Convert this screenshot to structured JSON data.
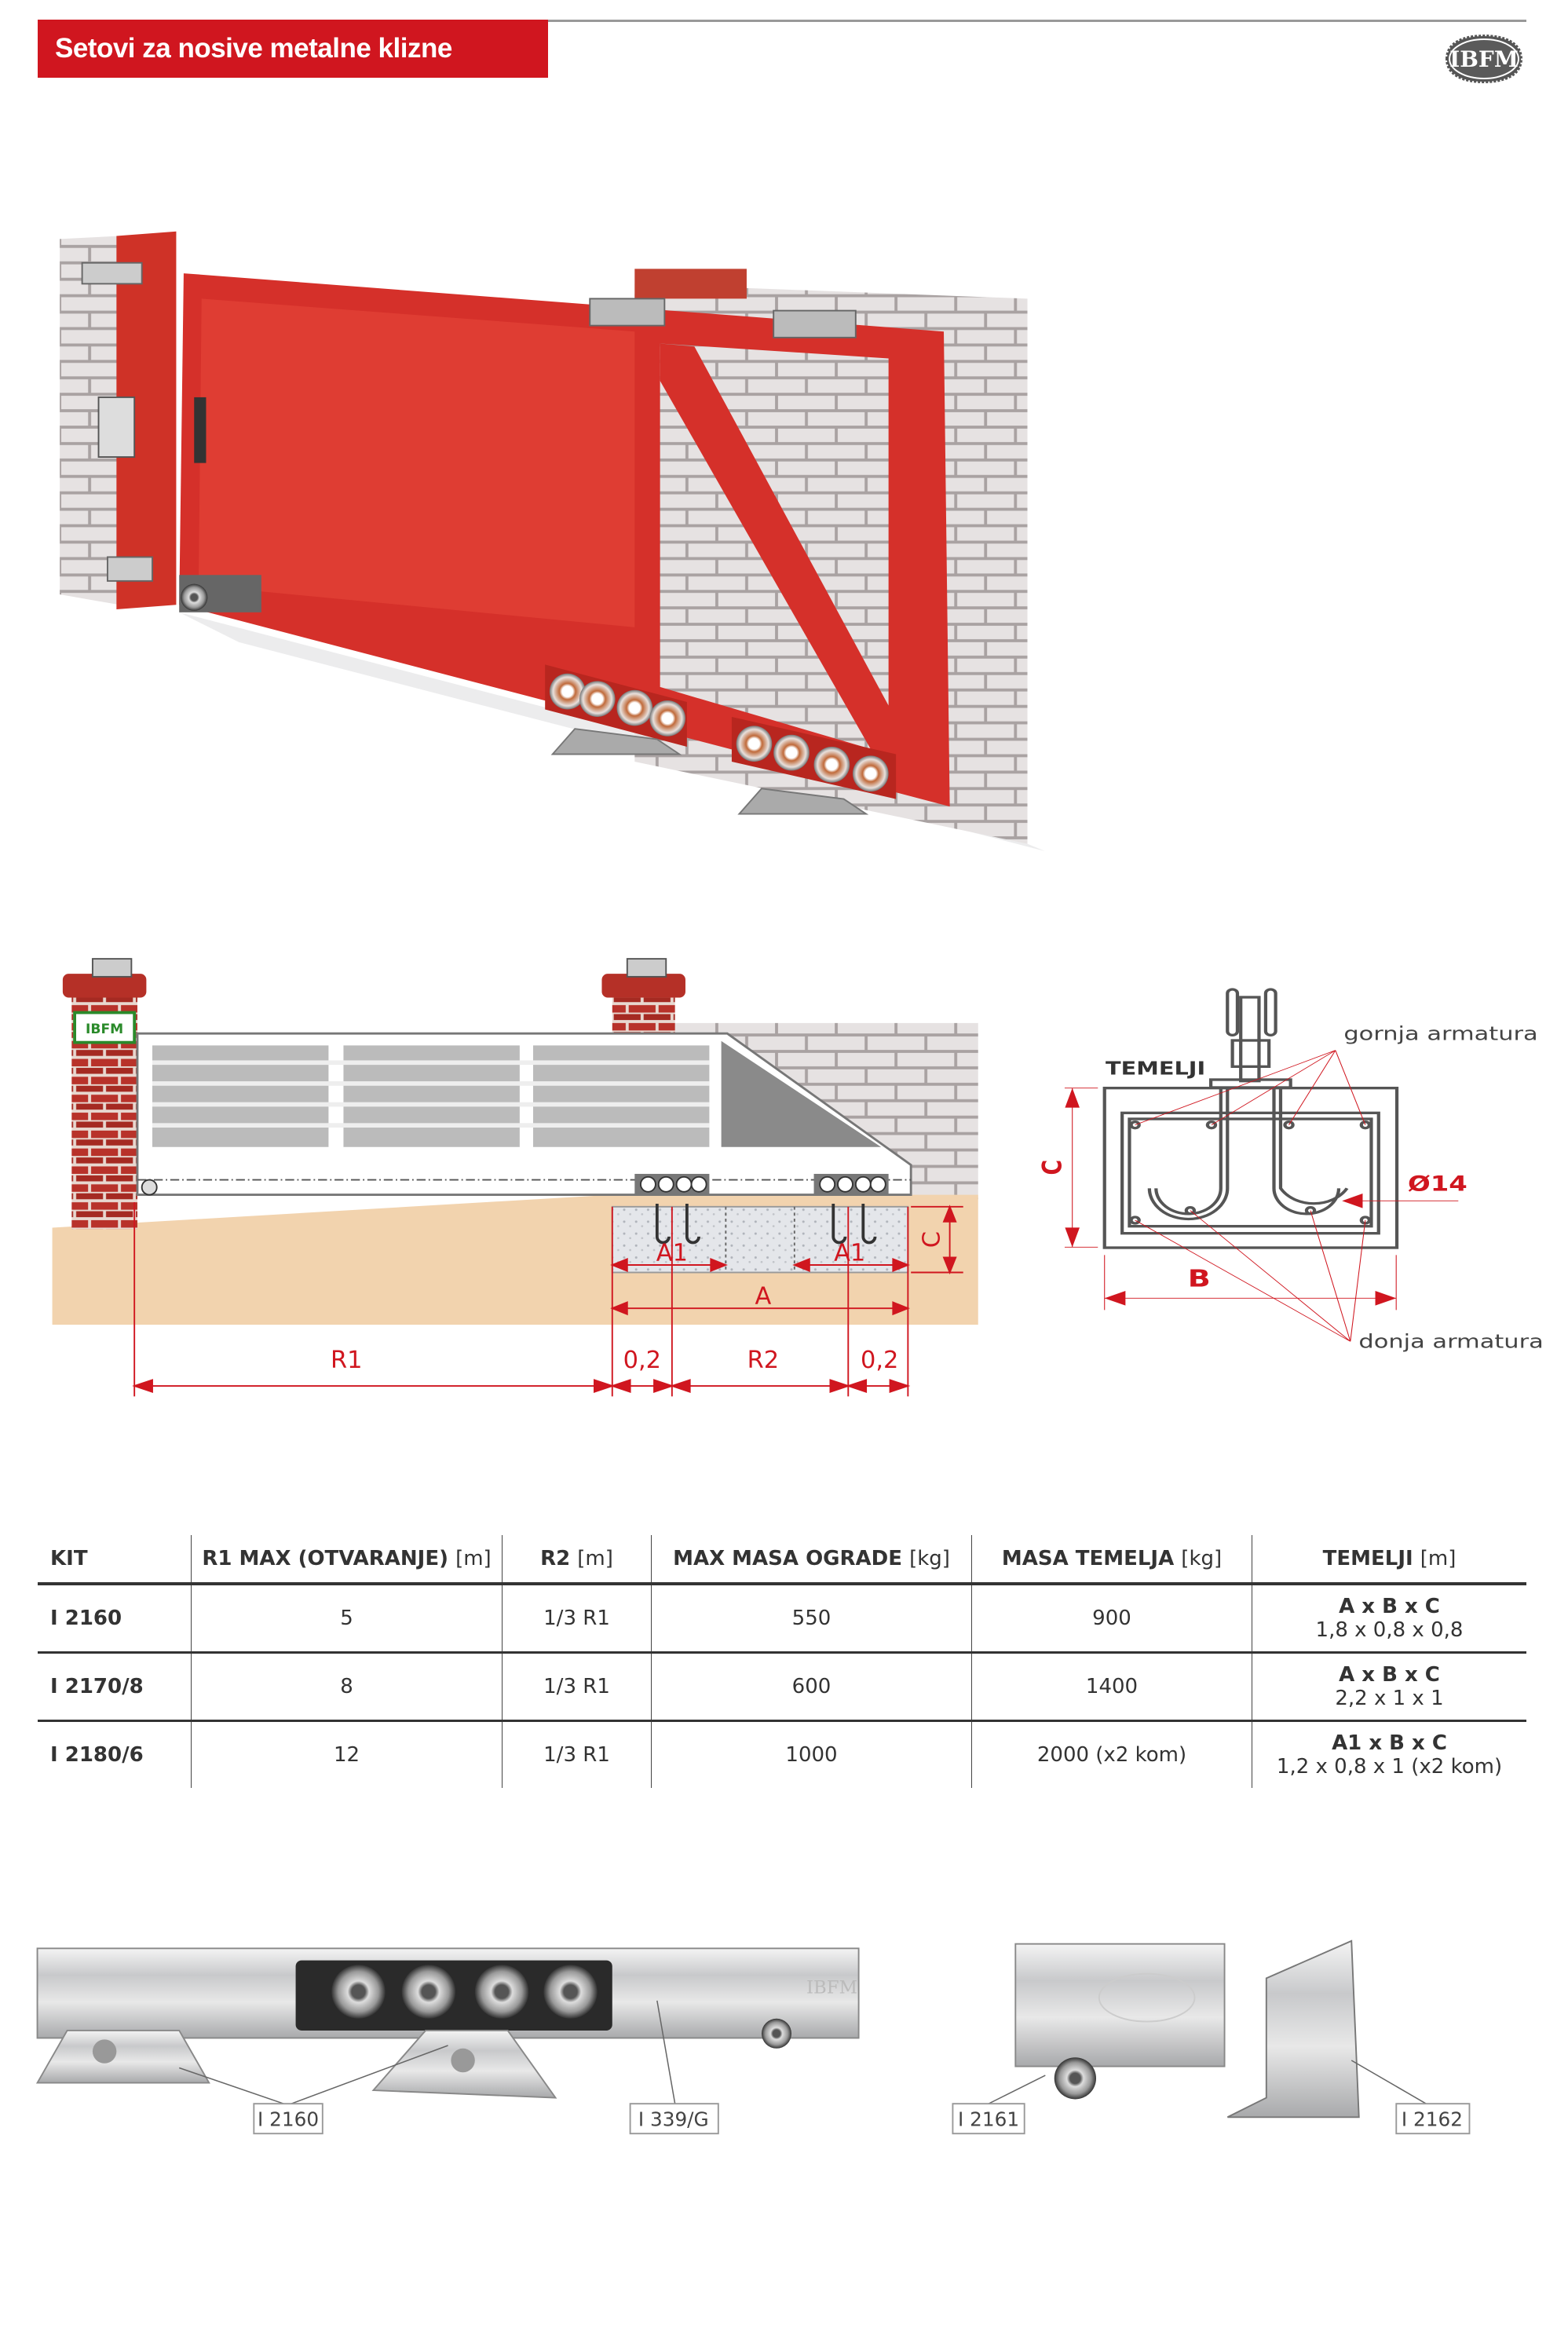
{
  "header": {
    "title": "Setovi za nosive metalne klizne ograde",
    "logo_text": "IBFM",
    "accent_color": "#d0161f"
  },
  "diagram": {
    "labels": {
      "a1_left": "A1",
      "a1_right": "A1",
      "a": "A",
      "c": "C",
      "r1": "R1",
      "gap_left": "0,2",
      "r2": "R2",
      "gap_right": "0,2",
      "pillar_badge": "IBFM"
    }
  },
  "foundation": {
    "title": "TEMELJI",
    "upper_rebar": "gornja armatura",
    "lower_rebar": "donja armatura",
    "diameter": "Ø14",
    "c": "C",
    "b": "B"
  },
  "table": {
    "headers": [
      {
        "label": "KIT",
        "unit": ""
      },
      {
        "label": "R1 MAX (OTVARANJE)",
        "unit": "[m]"
      },
      {
        "label": "R2",
        "unit": "[m]"
      },
      {
        "label": "MAX MASA OGRADE",
        "unit": "[kg]"
      },
      {
        "label": "MASA TEMELJA",
        "unit": "[kg]"
      },
      {
        "label": "TEMELJI",
        "unit": "[m]"
      }
    ],
    "rows": [
      {
        "kit": "I 2160",
        "r1": "5",
        "r2": "1/3 R1",
        "max_mass": "550",
        "foundation_mass": "900",
        "dims_label": "A x B x C",
        "dims_value": "1,8 x 0,8 x 0,8"
      },
      {
        "kit": "I 2170/8",
        "r1": "8",
        "r2": "1/3 R1",
        "max_mass": "600",
        "foundation_mass": "1400",
        "dims_label": "A x B x C",
        "dims_value": "2,2 x 1 x 1"
      },
      {
        "kit": "I 2180/6",
        "r1": "12",
        "r2": "1/3 R1",
        "max_mass": "1000",
        "foundation_mass": "2000 (x2 kom)",
        "dims_label": "A1 x B x C",
        "dims_value": "1,2 x 0,8 x 1 (x2 kom)"
      }
    ]
  },
  "products": {
    "labels": [
      "I 2160",
      "I 339/G",
      "I 2161",
      "I 2162"
    ],
    "rail_stamp": "IBFM"
  }
}
